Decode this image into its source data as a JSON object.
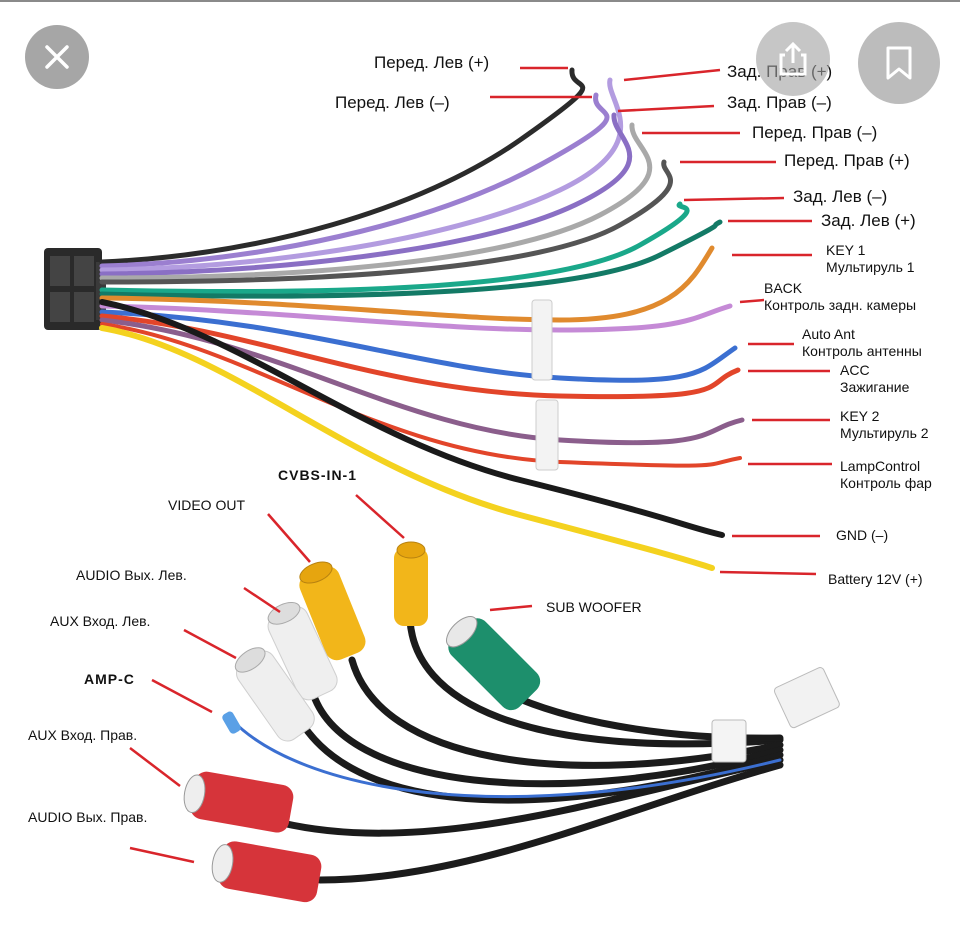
{
  "labels": {
    "front_left_plus": "Перед. Лев (+)",
    "front_left_minus": "Перед. Лев (–)",
    "rear_right_plus": "Зад. Прав (+)",
    "rear_right_minus": "Зад. Прав (–)",
    "front_right_minus": "Перед. Прав (–)",
    "front_right_plus": "Перед. Прав (+)",
    "rear_left_minus": "Зад. Лев (–)",
    "rear_left_plus": "Зад. Лев (+)",
    "key1_line1": "KEY 1",
    "key1_line2": "Мультируль 1",
    "back_line1": "BACK",
    "back_line2": "Контроль задн. камеры",
    "autoant_line1": "Auto Ant",
    "autoant_line2": "Контроль антенны",
    "acc_line1": "ACC",
    "acc_line2": "Зажигание",
    "key2_line1": "KEY 2",
    "key2_line2": "Мультируль 2",
    "lamp_line1": "LampControl",
    "lamp_line2": "Контроль фар",
    "gnd": "GND (–)",
    "battery": "Battery 12V (+)",
    "cvbs_in": "CVBS-IN-1",
    "video_out": "VIDEO OUT",
    "audio_out_left": "AUDIO Вых. Лев.",
    "aux_in_left": "AUX Вход. Лев.",
    "amp_c": "AMP-C",
    "aux_in_right": "AUX Вход. Прав.",
    "audio_out_right": "AUDIO Вых. Прав.",
    "sub_woofer": "SUB WOOFER"
  },
  "colors": {
    "pointer": "#d9252b",
    "wire_black": "#1a1a1a",
    "wire_violet": "#9b7fd0",
    "wire_gray": "#a9a9a9",
    "wire_green": "#1aa88a",
    "wire_orange": "#e08a2e",
    "wire_pink": "#c58ad6",
    "wire_blue": "#3b6fd1",
    "wire_red": "#e2452a",
    "wire_purple": "#8b5e8c",
    "wire_yellow": "#f4d21f",
    "rca_yellow": "#f2b61a",
    "rca_white": "#efefef",
    "rca_red": "#d6343a",
    "rca_green": "#1d8f6c"
  },
  "icons": [
    "close-icon",
    "share-icon",
    "bookmark-icon"
  ]
}
